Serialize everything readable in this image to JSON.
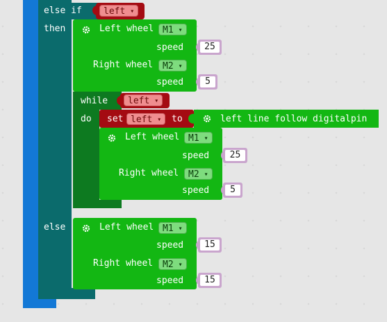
{
  "labels": {
    "else_if": "else if",
    "then": "then",
    "else": "else",
    "while": "while",
    "do": "do",
    "set": "set",
    "to": "to",
    "left_wheel": "Left wheel",
    "right_wheel": "Right wheel",
    "speed": "speed"
  },
  "else_if_condition": "left",
  "then_motor": {
    "left_motor": "M1",
    "left_speed": "25",
    "right_motor": "M2",
    "right_speed": "5"
  },
  "while_condition": "left",
  "set_block": {
    "variable": "left",
    "value_label": "left line follow digitalpin"
  },
  "while_motor": {
    "left_motor": "M1",
    "left_speed": "25",
    "right_motor": "M2",
    "right_speed": "5"
  },
  "else_motor": {
    "left_motor": "M1",
    "left_speed": "15",
    "right_motor": "M2",
    "right_speed": "15"
  },
  "colors": {
    "outer_if": "#1378d6",
    "if_block": "#0b6b6c",
    "motor_block": "#13b713",
    "loop_block": "#0d7a20",
    "variable_block": "#a40b12",
    "number_slot": "#c9a5cd"
  },
  "icons": {
    "gear": "gear-icon"
  }
}
